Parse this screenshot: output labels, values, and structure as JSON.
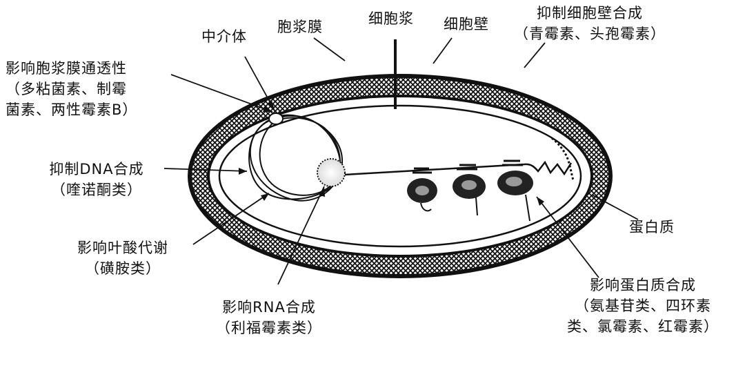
{
  "labels": {
    "mesosome": "中介体",
    "plasma_membrane": "胞浆膜",
    "cytoplasm": "细胞浆",
    "cell_wall": "细胞壁",
    "inhibit_wall": "抑制细胞壁合成",
    "inhibit_wall_drugs": "（青霉素、头孢霉素）",
    "membrane_perm": "影响胞浆膜通透性",
    "membrane_perm_drugs_1": "（多粘菌素、制霉",
    "membrane_perm_drugs_2": "菌素、两性霉素B）",
    "inhibit_dna": "抑制DNA合成",
    "inhibit_dna_drugs": "（喹诺酮类）",
    "folate": "影响叶酸代谢",
    "folate_drugs": "（磺胺类）",
    "rna": "影响RNA合成",
    "rna_drugs": "（利福霉素类）",
    "protein": "蛋白质",
    "protein_synth": "影响蛋白质合成",
    "protein_synth_drugs_1": "（氨基苷类、四环素",
    "protein_synth_drugs_2": "类、氯霉素、红霉素）"
  }
}
